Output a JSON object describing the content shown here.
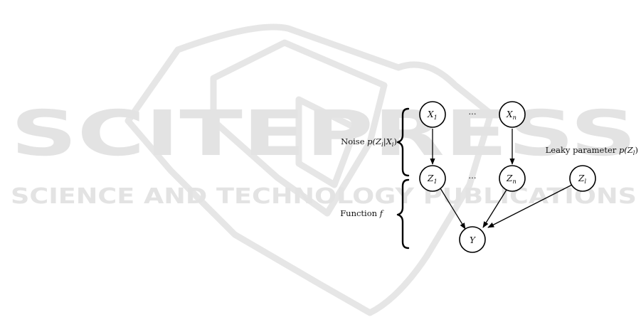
{
  "watermark": {
    "line1": "SCITEPRESS",
    "line2": "SCIENCE AND TECHNOLOGY PUBLICATIONS",
    "color": "#e3e3e3"
  },
  "diagram": {
    "nodes": {
      "x1": {
        "base": "X",
        "sub": "1"
      },
      "xn": {
        "base": "X",
        "sub": "n"
      },
      "z1": {
        "base": "Z",
        "sub": "1"
      },
      "zn": {
        "base": "Z",
        "sub": "n"
      },
      "zl": {
        "base": "Z",
        "sub": "l"
      },
      "y": {
        "base": "Y",
        "sub": ""
      }
    },
    "ellipsis_top": "···",
    "ellipsis_mid": "···",
    "labels": {
      "noise_prefix": "Noise ",
      "noise_formula": "p(Z",
      "noise_sub_i": "i",
      "noise_mid": "|X",
      "noise_sub_i2": "i",
      "noise_close": ")",
      "function_prefix": "Function ",
      "function_symbol": "f",
      "leaky_prefix": "Leaky parameter ",
      "leaky_formula": "p(Z",
      "leaky_sub": "l",
      "leaky_close": ")"
    }
  }
}
